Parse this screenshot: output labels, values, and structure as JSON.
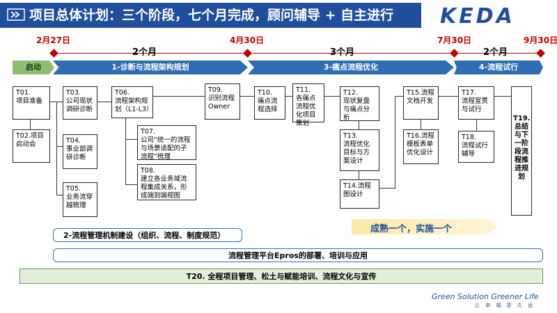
{
  "header": {
    "arrow_icon": "double-arrow-icon",
    "title": "项目总体计划：三个阶段，七个月完成，顾问辅导 + 自主进行",
    "logo": "KEDA"
  },
  "timeline": {
    "dates": [
      "2月27日",
      "4月30日",
      "7月30日",
      "9月30日"
    ],
    "durations": [
      "2个月",
      "3个月",
      "2个月"
    ],
    "phases": [
      "启动",
      "1-诊断与流程架构规划",
      "3-痛点流程优化",
      "4-流程试行"
    ]
  },
  "tasks": {
    "t01": "T01.\n项目准备",
    "t02": "T02.项目启动会",
    "t03": "T03.\n公司现状调研诊断",
    "t04": "T04.\n事业部调研诊断",
    "t05": "T05.\n业务流穿越梳理",
    "t06": "T06.\n流程架构规划（L1-L3）",
    "t07": "T07.\n公司“统一的流程与场景适配的子流程”梳理",
    "t08": "T08.\n建立各业务域流程集成关系，形成端到端视图",
    "t09": "T09.\n识别流程Owner",
    "t10": "T10.\n痛点流程选择",
    "t11": "T11.\n各痛点流程优化项目策划",
    "t12": "T12.\n现状复盘与痛点分析",
    "t13": "T13.\n流程优化目标与方案设计",
    "t14": "T14.流程图设计",
    "t15": "T15.流程文档开发",
    "t16": "T16.流程模板表单优化设计",
    "t17": "T17.\n流程宣贯与试行",
    "t18": "T18.\n流程试行辅导",
    "t19": "T19.\n总结与下一阶段流程推进规划"
  },
  "slogan": "成熟一个，实施一个",
  "bands": {
    "governance": "2-流程管理机制建设（组织、流程、制度规范）",
    "platform": "流程管理平台Epros的部署、培训与应用",
    "t20": "T20.   全程项目管理、松土与赋能培训、流程文化与宣传"
  },
  "footer": {
    "tagline": "Green Solution Greener Life",
    "sub": "让 幸 福 更 久 远"
  },
  "colors": {
    "brand_blue": "#1f4e9c",
    "phase_blue": "#2e6db3",
    "start_green": "#8fbc72",
    "date_red": "#c00000",
    "slogan_yellow": "#fde9a6",
    "t20_green": "#e2efda"
  }
}
